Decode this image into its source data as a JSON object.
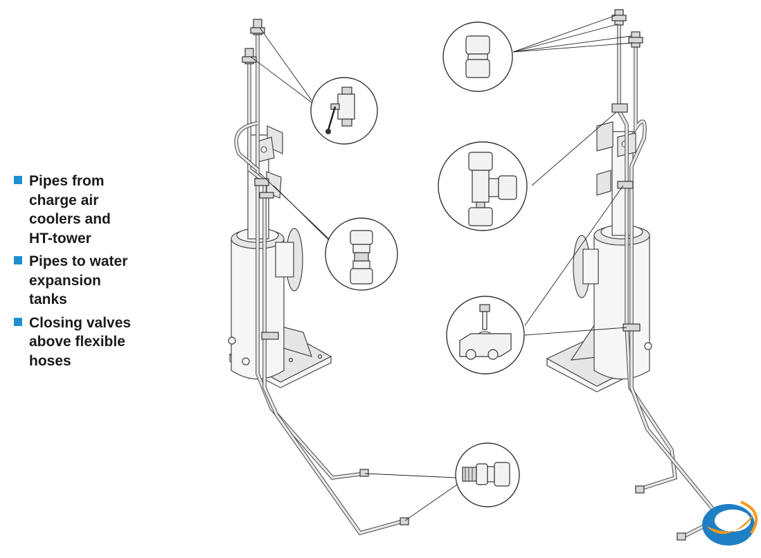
{
  "bullets": [
    {
      "text": "Pipes from\ncharge air\ncoolers and\nHT-tower"
    },
    {
      "text": "Pipes to water\nexpansion\ntanks"
    },
    {
      "text": "Closing valves\nabove flexible\nhoses"
    }
  ],
  "colors": {
    "bullet": "#1e8fd0",
    "logo_blue": "#1f7fc4",
    "logo_orange": "#f39a1e"
  },
  "icons": {
    "logo": "swirl-logo-icon"
  }
}
